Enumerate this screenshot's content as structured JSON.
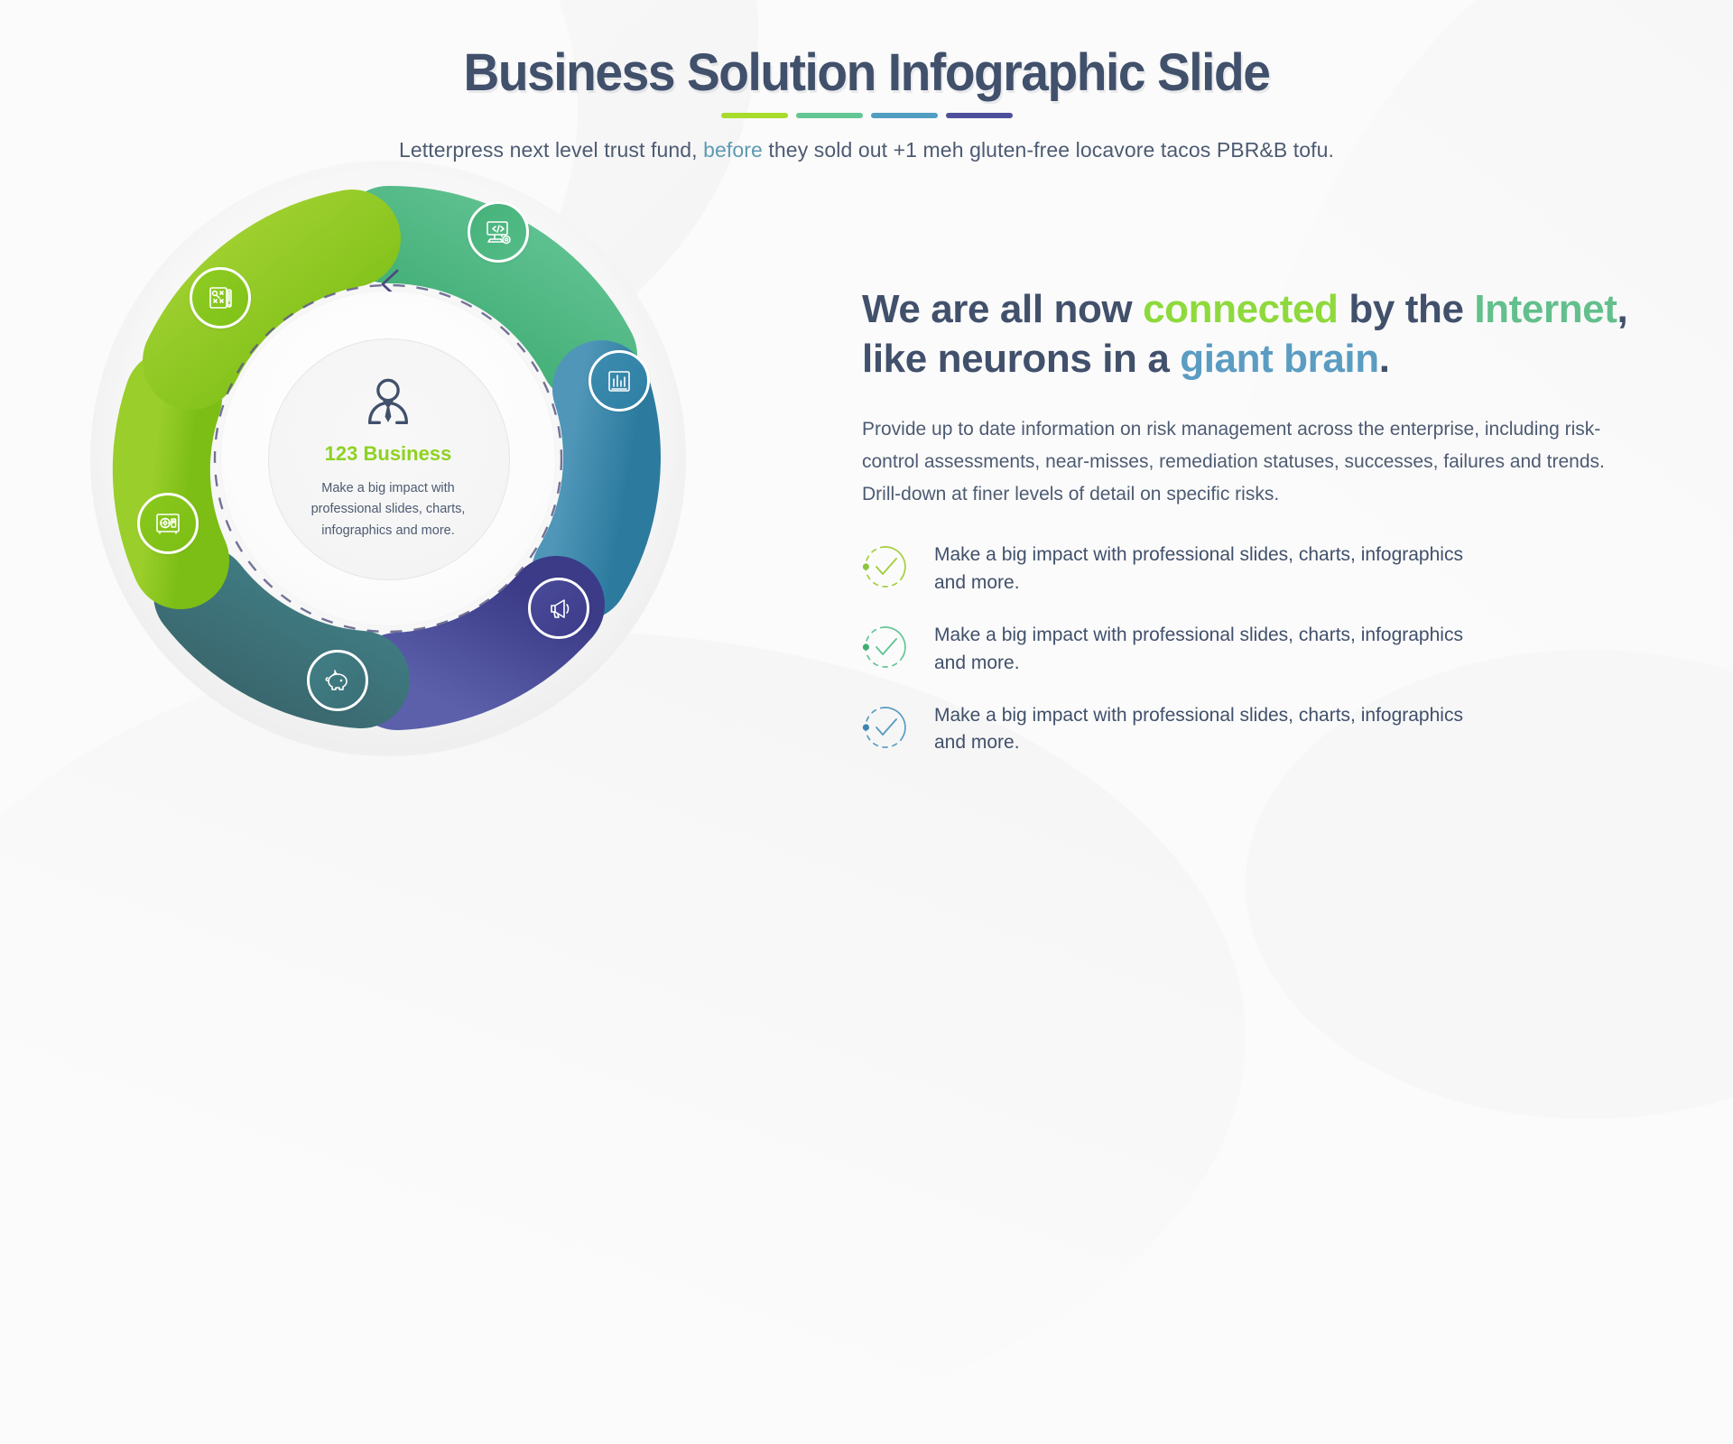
{
  "header": {
    "title": "Business Solution Infographic Slide",
    "underline_colors": [
      "#a7dc2b",
      "#63c694",
      "#4f9dc0",
      "#4e4f9b"
    ],
    "subtitle_pre": "Letterpress next level trust fund, ",
    "subtitle_highlight": "before",
    "subtitle_post": " they sold out +1 meh gluten-free locavore tacos PBR&B tofu."
  },
  "donut": {
    "center": {
      "icon": "businessman-icon",
      "title": "123 Business",
      "title_color": "#8ed220",
      "description": "Make a big impact with professional slides, charts, infographics and more."
    },
    "arrow_icon": "counter-clockwise-arrow-icon",
    "segments": [
      {
        "name": "code-development",
        "icon": "monitor-code-gear-icon",
        "color_from": "#3fae73",
        "color_to": "#5cc08e",
        "start_angle": -68,
        "end_angle": 8
      },
      {
        "name": "analytics",
        "icon": "bar-chart-icon",
        "color_from": "#4a8fb0",
        "color_to": "#2f7fa3",
        "start_angle": 14,
        "end_angle": 82
      },
      {
        "name": "marketing",
        "icon": "megaphone-icon",
        "color_from": "#3f3f8e",
        "color_to": "#5b5fa8",
        "start_angle": 88,
        "end_angle": 156
      },
      {
        "name": "savings",
        "icon": "piggy-bank-icon",
        "color_from": "#3c6f75",
        "color_to": "#3f7f84",
        "start_angle": 162,
        "end_angle": 230
      },
      {
        "name": "security-vault",
        "icon": "safe-vault-icon",
        "color_from": "#7fc11c",
        "color_to": "#96cc1f",
        "start_angle": 186,
        "end_angle": 254
      },
      {
        "name": "strategy",
        "icon": "strategy-board-icon",
        "color_from": "#82c41c",
        "color_to": "#9bd230",
        "start_angle": 256,
        "end_angle": 326
      }
    ]
  },
  "main": {
    "headline_parts": [
      {
        "text": "We are all now ",
        "style": "normal"
      },
      {
        "text": "connected",
        "style": "green-bold"
      },
      {
        "text": " by the ",
        "style": "normal"
      },
      {
        "text": "Internet",
        "style": "teal-bold"
      },
      {
        "text": ", like neurons in a ",
        "style": "normal"
      },
      {
        "text": "giant brain",
        "style": "blue-bold"
      },
      {
        "text": ".",
        "style": "normal"
      }
    ],
    "paragraph": "Provide up to date information on risk management across the enterprise, including risk-control assessments, near-misses, remediation statuses, successes, failures and trends. Drill-down at finer levels of detail on specific risks.",
    "check_items": [
      {
        "icon": "check-circle-icon",
        "color": "#a3cf3f",
        "text": "Make a big impact with professional slides, charts, infographics and more."
      },
      {
        "icon": "check-circle-icon",
        "color": "#63c694",
        "text": "Make a big impact with professional slides, charts, infographics and more."
      },
      {
        "icon": "check-circle-icon",
        "color": "#5b9cc2",
        "text": "Make a big impact with professional slides, charts, infographics and more."
      }
    ]
  }
}
